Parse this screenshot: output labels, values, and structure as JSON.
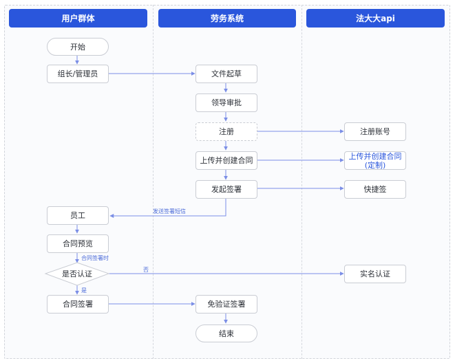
{
  "lanes": [
    {
      "id": "users",
      "title": "用户群体"
    },
    {
      "id": "system",
      "title": "劳务系统"
    },
    {
      "id": "api",
      "title": "法大大api"
    }
  ],
  "nodes": {
    "start": "开始",
    "manager": "组长/管理员",
    "draft": "文件起草",
    "approve": "领导审批",
    "register": "注册",
    "upload_create_line1": "上传并创建合同",
    "sign_launch": "发起签署",
    "reg_account": "注册账号",
    "api_upload_line1": "上传并创建合同",
    "api_upload_line2": "(定制)",
    "quick_sign": "快捷签",
    "employee": "员工",
    "preview": "合同预览",
    "is_verified": "是否认证",
    "contract_sign": "合同签署",
    "real_name": "实名认证",
    "no_verify_sign": "免验证签署",
    "end": "结束"
  },
  "edge_labels": {
    "send_sms": "发送签署短信",
    "on_sign": "合同签署时",
    "no": "否",
    "yes": "是"
  },
  "colors": {
    "header": "#2a56dc",
    "arrow": "#7b8ee6",
    "link_text": "#2a56dc"
  }
}
